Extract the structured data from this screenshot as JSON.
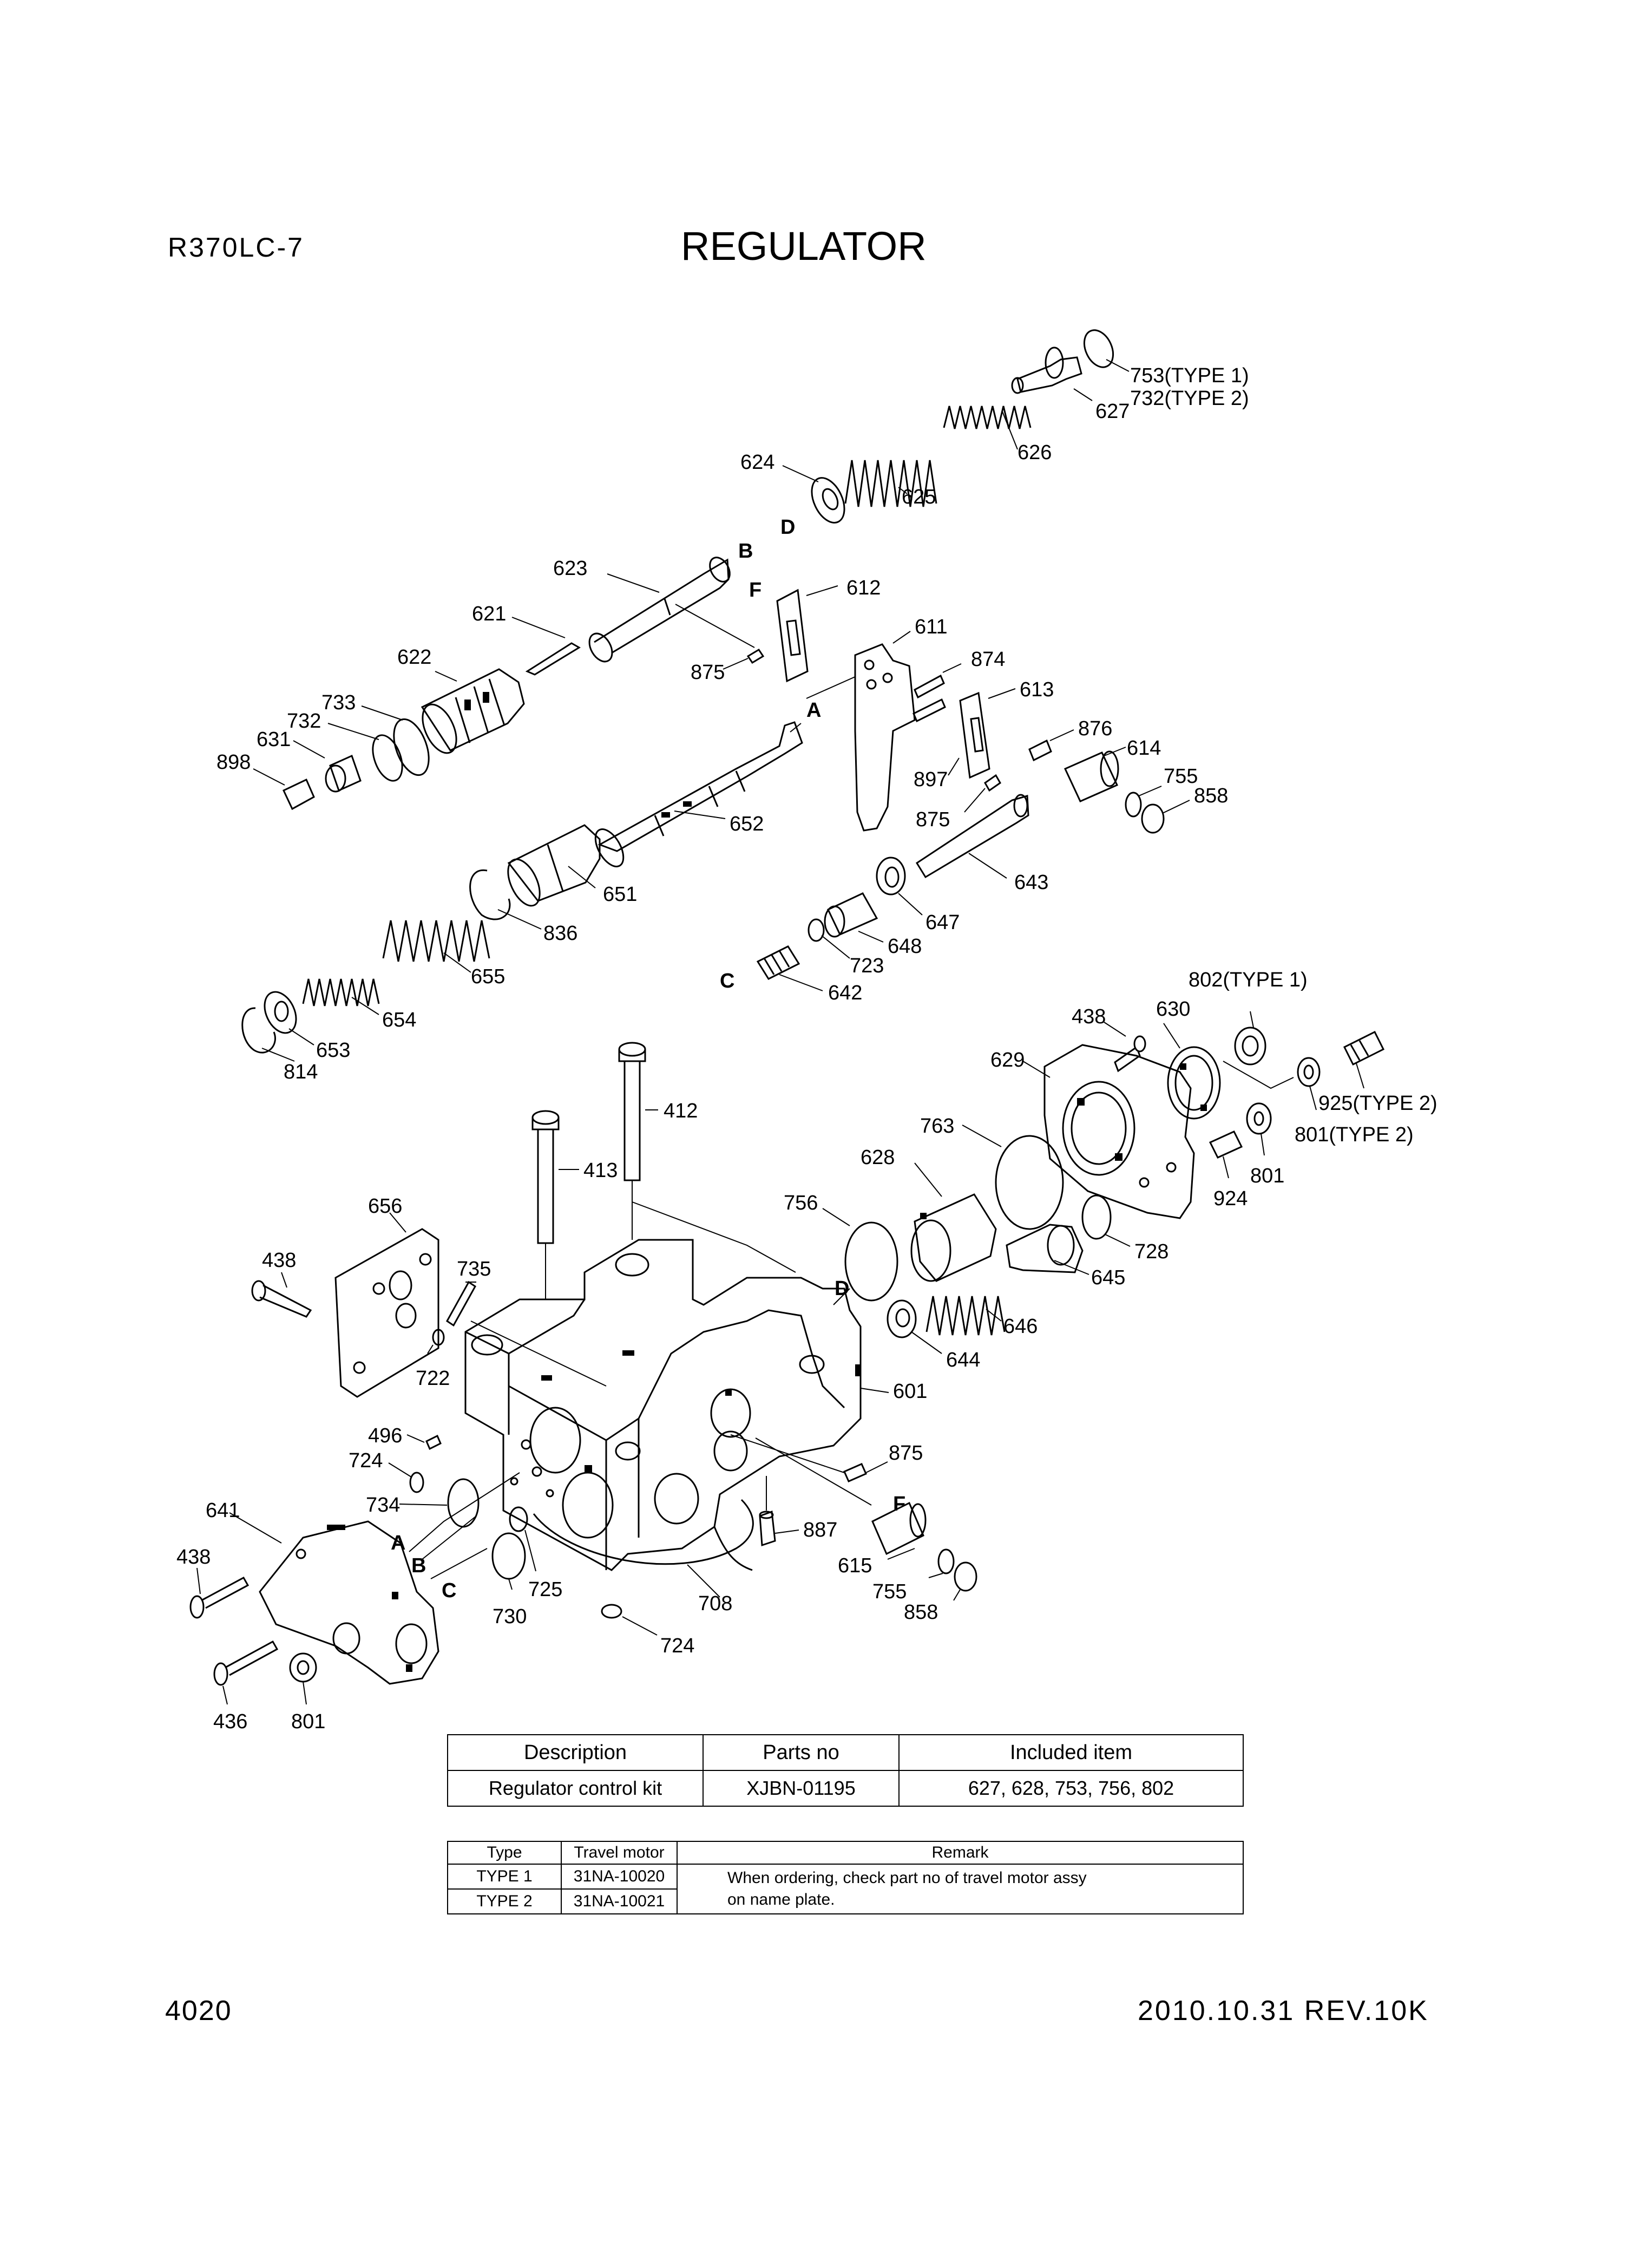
{
  "header": {
    "model": "R370LC-7",
    "title": "REGULATOR"
  },
  "diagram": {
    "callouts": [
      {
        "id": "c753",
        "text": "753(TYPE 1)"
      },
      {
        "id": "c732t2",
        "text": "732(TYPE 2)"
      },
      {
        "id": "c627",
        "text": "627"
      },
      {
        "id": "c626",
        "text": "626"
      },
      {
        "id": "c624",
        "text": "624"
      },
      {
        "id": "c625",
        "text": "625"
      },
      {
        "id": "c623",
        "text": "623"
      },
      {
        "id": "c612",
        "text": "612"
      },
      {
        "id": "c611",
        "text": "611"
      },
      {
        "id": "c621",
        "text": "621"
      },
      {
        "id": "c622",
        "text": "622"
      },
      {
        "id": "c875a",
        "text": "875"
      },
      {
        "id": "c874",
        "text": "874"
      },
      {
        "id": "c613",
        "text": "613"
      },
      {
        "id": "c733",
        "text": "733"
      },
      {
        "id": "c732",
        "text": "732"
      },
      {
        "id": "c631",
        "text": "631"
      },
      {
        "id": "c898",
        "text": "898"
      },
      {
        "id": "c876",
        "text": "876"
      },
      {
        "id": "c614",
        "text": "614"
      },
      {
        "id": "c897",
        "text": "897"
      },
      {
        "id": "c755a",
        "text": "755"
      },
      {
        "id": "c858a",
        "text": "858"
      },
      {
        "id": "c652",
        "text": "652"
      },
      {
        "id": "c875b",
        "text": "875"
      },
      {
        "id": "c643",
        "text": "643"
      },
      {
        "id": "c651",
        "text": "651"
      },
      {
        "id": "c647",
        "text": "647"
      },
      {
        "id": "c836",
        "text": "836"
      },
      {
        "id": "c648",
        "text": "648"
      },
      {
        "id": "c723",
        "text": "723"
      },
      {
        "id": "c655",
        "text": "655"
      },
      {
        "id": "c642",
        "text": "642"
      },
      {
        "id": "c654",
        "text": "654"
      },
      {
        "id": "c653",
        "text": "653"
      },
      {
        "id": "c814",
        "text": "814"
      },
      {
        "id": "c802",
        "text": "802(TYPE 1)"
      },
      {
        "id": "c438a",
        "text": "438"
      },
      {
        "id": "c630",
        "text": "630"
      },
      {
        "id": "c629",
        "text": "629"
      },
      {
        "id": "c925",
        "text": "925(TYPE 2)"
      },
      {
        "id": "c801a",
        "text": "801(TYPE 2)"
      },
      {
        "id": "c412",
        "text": "412"
      },
      {
        "id": "c763",
        "text": "763"
      },
      {
        "id": "c924",
        "text": "924"
      },
      {
        "id": "c801b",
        "text": "801"
      },
      {
        "id": "c413",
        "text": "413"
      },
      {
        "id": "c628",
        "text": "628"
      },
      {
        "id": "c756",
        "text": "756"
      },
      {
        "id": "c656",
        "text": "656"
      },
      {
        "id": "c728",
        "text": "728"
      },
      {
        "id": "c645",
        "text": "645"
      },
      {
        "id": "c735",
        "text": "735"
      },
      {
        "id": "c438b",
        "text": "438"
      },
      {
        "id": "c646",
        "text": "646"
      },
      {
        "id": "c722",
        "text": "722"
      },
      {
        "id": "c644",
        "text": "644"
      },
      {
        "id": "c601",
        "text": "601"
      },
      {
        "id": "c496",
        "text": "496"
      },
      {
        "id": "c724a",
        "text": "724"
      },
      {
        "id": "c875c",
        "text": "875"
      },
      {
        "id": "c734",
        "text": "734"
      },
      {
        "id": "c641",
        "text": "641"
      },
      {
        "id": "c887",
        "text": "887"
      },
      {
        "id": "c438c",
        "text": "438"
      },
      {
        "id": "c615",
        "text": "615"
      },
      {
        "id": "c755b",
        "text": "755"
      },
      {
        "id": "c858b",
        "text": "858"
      },
      {
        "id": "c725",
        "text": "725"
      },
      {
        "id": "c708",
        "text": "708"
      },
      {
        "id": "c730",
        "text": "730"
      },
      {
        "id": "c724b",
        "text": "724"
      },
      {
        "id": "c436",
        "text": "436"
      },
      {
        "id": "c801c",
        "text": "801"
      }
    ],
    "ports": [
      {
        "id": "pB1",
        "text": "B"
      },
      {
        "id": "pD1",
        "text": "D"
      },
      {
        "id": "pF1",
        "text": "F"
      },
      {
        "id": "pA1",
        "text": "A"
      },
      {
        "id": "pC1",
        "text": "C"
      },
      {
        "id": "pD2",
        "text": "D"
      },
      {
        "id": "pF2",
        "text": "F"
      },
      {
        "id": "pA2",
        "text": "A"
      },
      {
        "id": "pB2",
        "text": "B"
      },
      {
        "id": "pC2",
        "text": "C"
      }
    ]
  },
  "kit_table": {
    "headers": [
      "Description",
      "Parts no",
      "Included item"
    ],
    "rows": [
      [
        "Regulator control  kit",
        "XJBN-01195",
        "627, 628, 753, 756, 802"
      ]
    ]
  },
  "type_table": {
    "headers": [
      "Type",
      "Travel motor",
      "Remark"
    ],
    "rows": [
      [
        "TYPE 1",
        "31NA-10020"
      ],
      [
        "TYPE 2",
        "31NA-10021"
      ]
    ],
    "remark_line1": "When ordering, check part no of travel motor assy",
    "remark_line2": "on name plate."
  },
  "footer": {
    "page": "4020",
    "date_rev": "2010.10.31  REV.10K"
  }
}
